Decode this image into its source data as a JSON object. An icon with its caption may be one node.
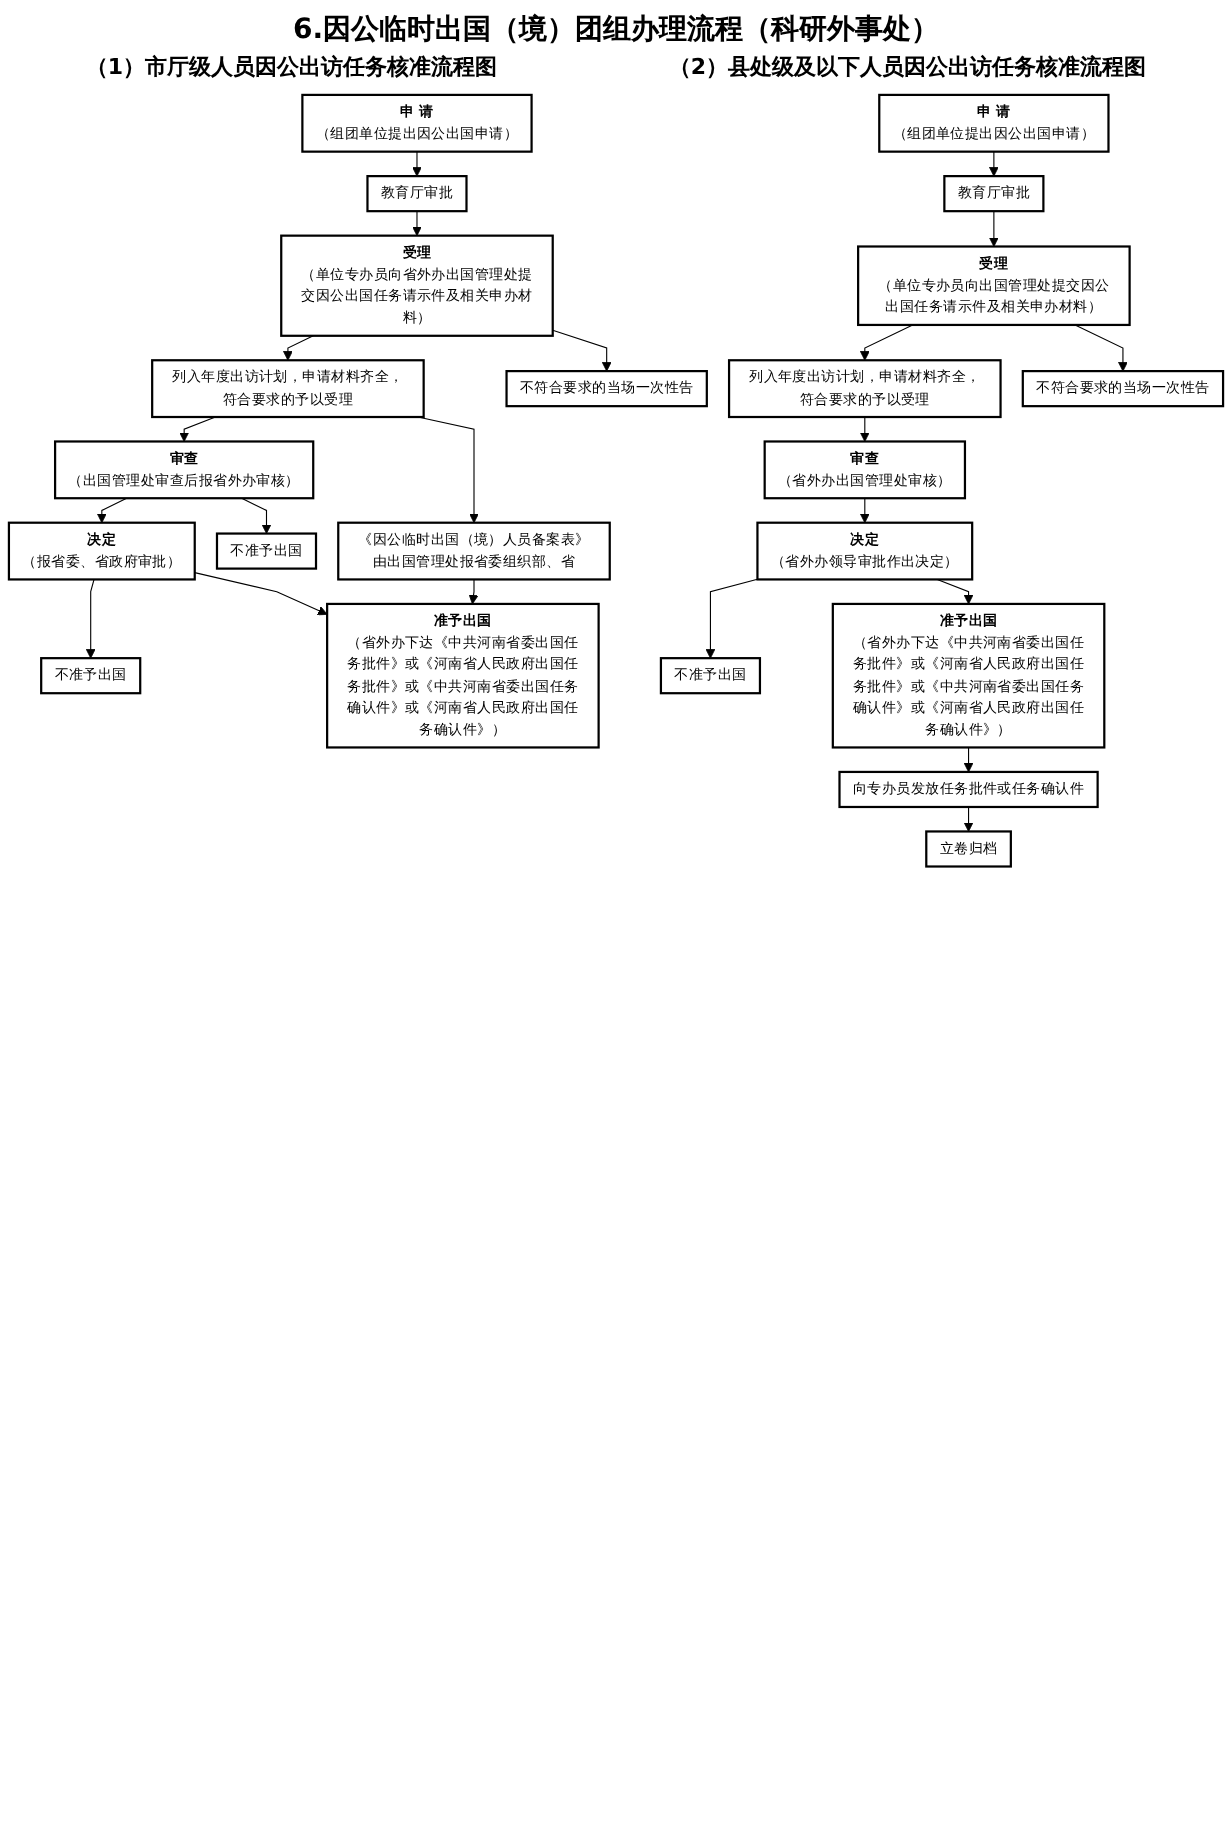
{
  "diagram": {
    "title": "6.因公临时出国（境）团组办理流程（科研外事处）",
    "nodes": [
      {
        "text": [
          "申 请",
          "（组团单位提出因公出国申请）"
        ]
      },
      {
        "text": [
          "教育厅审批"
        ]
      },
      {
        "text": [
          "受理",
          "（单位专办员向省外办出国管理处提交因公出国任务请示件及相关申办材料）"
        ]
      },
      {
        "text": [
          "列入年度出访计划，申请材料齐全，符合要求的予以受理"
        ]
      },
      {
        "text": [
          "不符合要求的当场一次性告"
        ]
      },
      {
        "text": [
          "《因公临时出国（境）人员备案表》由出国管理处报省委组织部、省"
        ]
      },
      {
        "text": [
          "审查",
          "（出国管理处审查后报省外办审核）"
        ]
      },
      {
        "text": [
          "不准予出国"
        ]
      },
      {
        "text": [
          "决定",
          "（报省委、省政府审批）"
        ]
      },
      {
        "text": [
          "不准予出国"
        ]
      },
      {
        "text": [
          "准予出国",
          "（省外办下达《中共河南省委出国任务批件》或《河南省人民政府出国任务批件》或《中共河南省委出国任务确认件》或《河南省人民政府出国任务确认件》）"
        ]
      },
      {
        "text": [
          "申 请",
          "（组团单位提出因公出国申请）"
        ]
      },
      {
        "text": [
          "教育厅审批"
        ]
      },
      {
        "text": [
          "受理",
          "（单位专办员向出国管理处提交因公出国任务请示件及相关申办材料）"
        ]
      },
      {
        "text": [
          "列入年度出访计划，申请材料齐全，符合要求的予以受理"
        ]
      },
      {
        "text": [
          "不符合要求的当场一次性告"
        ]
      },
      {
        "text": [
          "审查",
          "（省外办出国管理处审核）"
        ]
      },
      {
        "text": [
          "决定",
          "（省外办领导审批作出决定）"
        ]
      },
      {
        "text": [
          "不准予出国"
        ]
      },
      {
        "text": [
          "准予出国",
          "（省外办下达《中共河南省委出国任务批件》或《河南省人民政府出国任务批件》或《中共河南省委出国任务确认件》或《河南省人民政府出国任务确认件》）"
        ]
      },
      {
        "text": [
          "向专办员发放任务批件或任务确认件"
        ]
      },
      {
        "text": [
          "立卷归档"
        ]
      }
    ],
    "edges": [
      {
        "from": 0,
        "to": 1,
        "arrow": "to"
      },
      {
        "from": 1,
        "to": 2,
        "arrow": "to"
      },
      {
        "from": 2,
        "to": 3,
        "arrow": "to"
      },
      {
        "from": 2,
        "to": 4,
        "arrow": "to"
      },
      {
        "from": 3,
        "to": 5,
        "arrow": "to"
      },
      {
        "from": 3,
        "to": 6,
        "arrow": "to"
      },
      {
        "from": 6,
        "to": 7,
        "arrow": "to"
      },
      {
        "from": 6,
        "to": 8,
        "arrow": "to"
      },
      {
        "from": 8,
        "to": 9,
        "arrow": "to"
      },
      {
        "from": 8,
        "to": 10,
        "arrow": "to"
      },
      {
        "from": 5,
        "to": 10,
        "arrow": "to"
      },
      {
        "from": 11,
        "to": 12,
        "arrow": "to"
      },
      {
        "from": 12,
        "to": 13,
        "arrow": "to"
      },
      {
        "from": 13,
        "to": 14,
        "arrow": "to"
      },
      {
        "from": 13,
        "to": 15,
        "arrow": "to"
      },
      {
        "from": 14,
        "to": 16,
        "arrow": "to"
      },
      {
        "from": 16,
        "to": 17,
        "arrow": "to"
      },
      {
        "from": 17,
        "to": 18,
        "arrow": "to"
      },
      {
        "from": 17,
        "to": 19,
        "arrow": "to"
      },
      {
        "from": 19,
        "to": 20,
        "arrow": "to"
      },
      {
        "from": 20,
        "to": 21,
        "arrow": "to"
      }
    ],
    "labels": [
      "（1）市厅级人员因公出访任务核准流程图",
      "（2）县处级及以下人员因公出访任务核准流程图"
    ]
  }
}
